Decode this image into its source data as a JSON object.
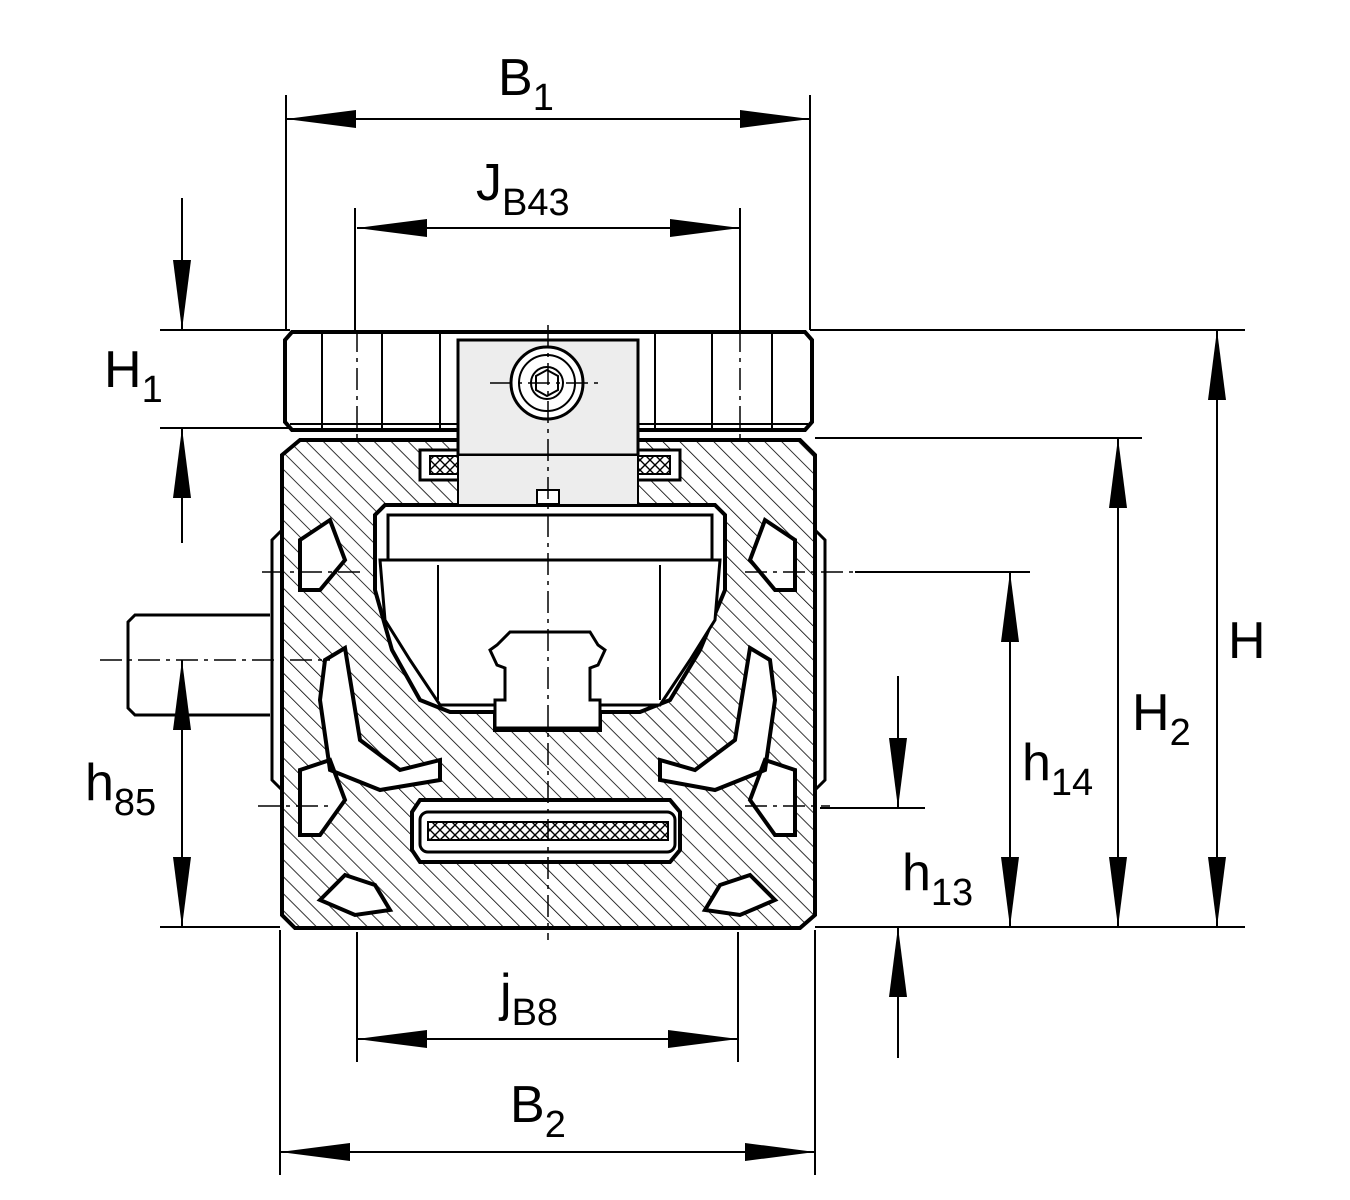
{
  "labels": {
    "B1": {
      "main": "B",
      "sub": "1"
    },
    "JB43": {
      "main": "J",
      "sub": "B43"
    },
    "H1": {
      "main": "H",
      "sub": "1"
    },
    "H": {
      "main": "H",
      "sub": ""
    },
    "H2": {
      "main": "H",
      "sub": "2"
    },
    "h14": {
      "main": "h",
      "sub": "14"
    },
    "h13": {
      "main": "h",
      "sub": "13"
    },
    "h85": {
      "main": "h",
      "sub": "85"
    },
    "jB8": {
      "main": "j",
      "sub": "B8"
    },
    "B2": {
      "main": "B",
      "sub": "2"
    }
  },
  "colors": {
    "ink": "#000000",
    "paper": "#ffffff",
    "carriage": "#ededed"
  }
}
